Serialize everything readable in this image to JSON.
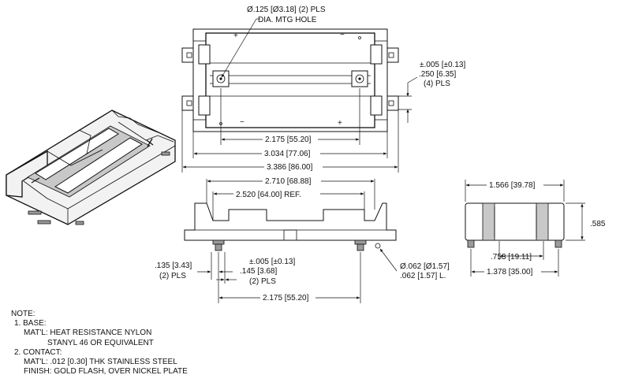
{
  "dimensions": {
    "mtg_hole_dia": "Ø.125 [Ø3.18] (2) PLS",
    "mtg_hole_label": "DIA. MTG HOLE",
    "tab_tol": "±.005 [±0.13]",
    "tab_width": ".250 [6.35]",
    "tab_count": "(4) PLS",
    "hole_spacing_top": "2.175 [55.20]",
    "inner_length": "3.034 [77.06]",
    "overall_length": "3.386 [86.00]",
    "side_outer": "2.710 [68.88]",
    "side_ref": "2.520 [64.00] REF.",
    "pin_offset": ".135 [3.43]",
    "pin_offset_count": "(2) PLS",
    "pin_tol": "±.005 [±0.13]",
    "pin_len": ".145 [3.68]",
    "pin_len_count": "(2) PLS",
    "pin_spacing": "2.175 [55.20]",
    "pin_dia": "Ø.062 [Ø1.57]",
    "pin_dia_len": ".062 [1.57] L.",
    "end_width": "1.566 [39.78]",
    "height": ".585",
    "pin_pitch": ".753 [19.11]",
    "end_base": "1.378 [35.00]"
  },
  "polarity": {
    "plus": "+",
    "minus": "−"
  },
  "notes": {
    "heading": "NOTE:",
    "item1_title": "1. BASE:",
    "item1_line1": "MAT'L: HEAT RESISTANCE NYLON",
    "item1_line2": "STANYL 46 OR EQUIVALENT",
    "item2_title": "2. CONTACT:",
    "item2_line1": "MAT'L: .012 [0.30] THK STAINLESS STEEL",
    "item2_line2": "FINISH: GOLD FLASH, OVER NICKEL PLATE"
  }
}
